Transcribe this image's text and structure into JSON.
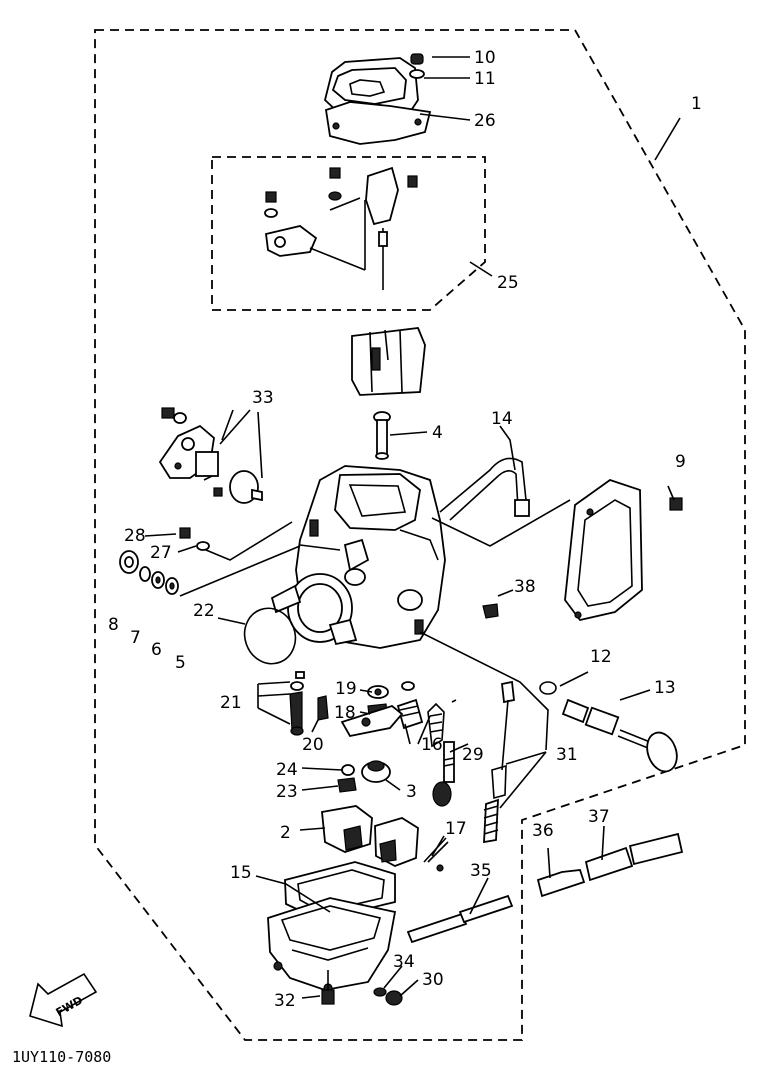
{
  "diagram": {
    "drawing_code": "1UY110-7080",
    "fwd_label": "FWD",
    "callouts": [
      {
        "id": "c1",
        "text": "1"
      },
      {
        "id": "c2",
        "text": "2"
      },
      {
        "id": "c3",
        "text": "3"
      },
      {
        "id": "c4",
        "text": "4"
      },
      {
        "id": "c5",
        "text": "5"
      },
      {
        "id": "c6",
        "text": "6"
      },
      {
        "id": "c7",
        "text": "7"
      },
      {
        "id": "c8",
        "text": "8"
      },
      {
        "id": "c9",
        "text": "9"
      },
      {
        "id": "c10",
        "text": "10"
      },
      {
        "id": "c11",
        "text": "11"
      },
      {
        "id": "c12",
        "text": "12"
      },
      {
        "id": "c13",
        "text": "13"
      },
      {
        "id": "c14",
        "text": "14"
      },
      {
        "id": "c15",
        "text": "15"
      },
      {
        "id": "c16",
        "text": "16"
      },
      {
        "id": "c17",
        "text": "17"
      },
      {
        "id": "c18",
        "text": "18"
      },
      {
        "id": "c19",
        "text": "19"
      },
      {
        "id": "c20",
        "text": "20"
      },
      {
        "id": "c21",
        "text": "21"
      },
      {
        "id": "c22",
        "text": "22"
      },
      {
        "id": "c23",
        "text": "23"
      },
      {
        "id": "c24",
        "text": "24"
      },
      {
        "id": "c25",
        "text": "25"
      },
      {
        "id": "c26",
        "text": "26"
      },
      {
        "id": "c27",
        "text": "27"
      },
      {
        "id": "c28",
        "text": "28"
      },
      {
        "id": "c29",
        "text": "29"
      },
      {
        "id": "c30",
        "text": "30"
      },
      {
        "id": "c31",
        "text": "31"
      },
      {
        "id": "c32",
        "text": "32"
      },
      {
        "id": "c33",
        "text": "33"
      },
      {
        "id": "c34",
        "text": "34"
      },
      {
        "id": "c35",
        "text": "35"
      },
      {
        "id": "c36",
        "text": "36"
      },
      {
        "id": "c37",
        "text": "37"
      },
      {
        "id": "c38",
        "text": "38"
      }
    ]
  }
}
